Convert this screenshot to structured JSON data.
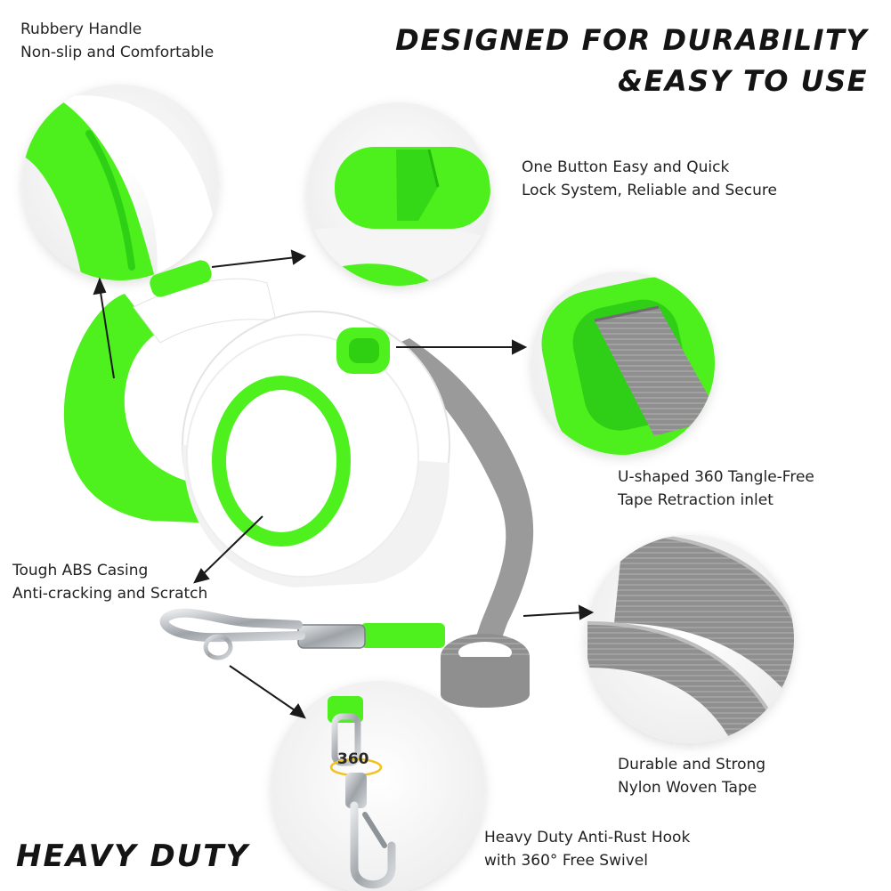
{
  "headline": {
    "line1": "DESIGNED FOR DURABILITY",
    "line2": "&EASY TO USE"
  },
  "features": {
    "handle": {
      "line1": "Rubbery Handle",
      "line2": "Non-slip and Comfortable"
    },
    "lock": {
      "line1": "One Button Easy and Quick",
      "line2": "Lock System, Reliable and Secure"
    },
    "inlet": {
      "line1": "U-shaped 360 Tangle-Free",
      "line2": "Tape Retraction inlet"
    },
    "casing": {
      "line1": "Tough ABS Casing",
      "line2": "Anti-cracking and Scratch"
    },
    "tape": {
      "line1": "Durable and Strong",
      "line2": "Nylon Woven Tape"
    },
    "hook": {
      "line1": "Heavy Duty Anti-Rust Hook",
      "line2": "with 360° Free Swivel"
    }
  },
  "swivel_badge": "360",
  "footer_title": "HEAVY DUTY",
  "colors": {
    "accent_green": "#4ef01e",
    "tape_gray": "#9a9a9a",
    "metal": "#b8bcc0",
    "casing_white": "#ffffff",
    "text": "#1f1f1f"
  }
}
